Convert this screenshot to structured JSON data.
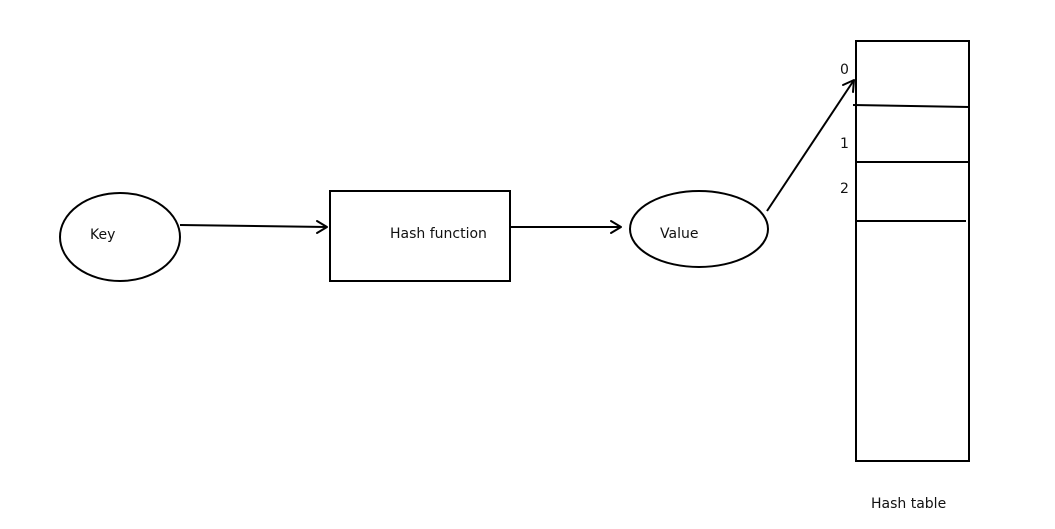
{
  "nodes": {
    "key": {
      "label": "Key"
    },
    "hash_function": {
      "label": "Hash function"
    },
    "value": {
      "label": "Value"
    }
  },
  "hash_table": {
    "label": "Hash table",
    "slot_indices": [
      "0",
      "1",
      "2"
    ]
  }
}
